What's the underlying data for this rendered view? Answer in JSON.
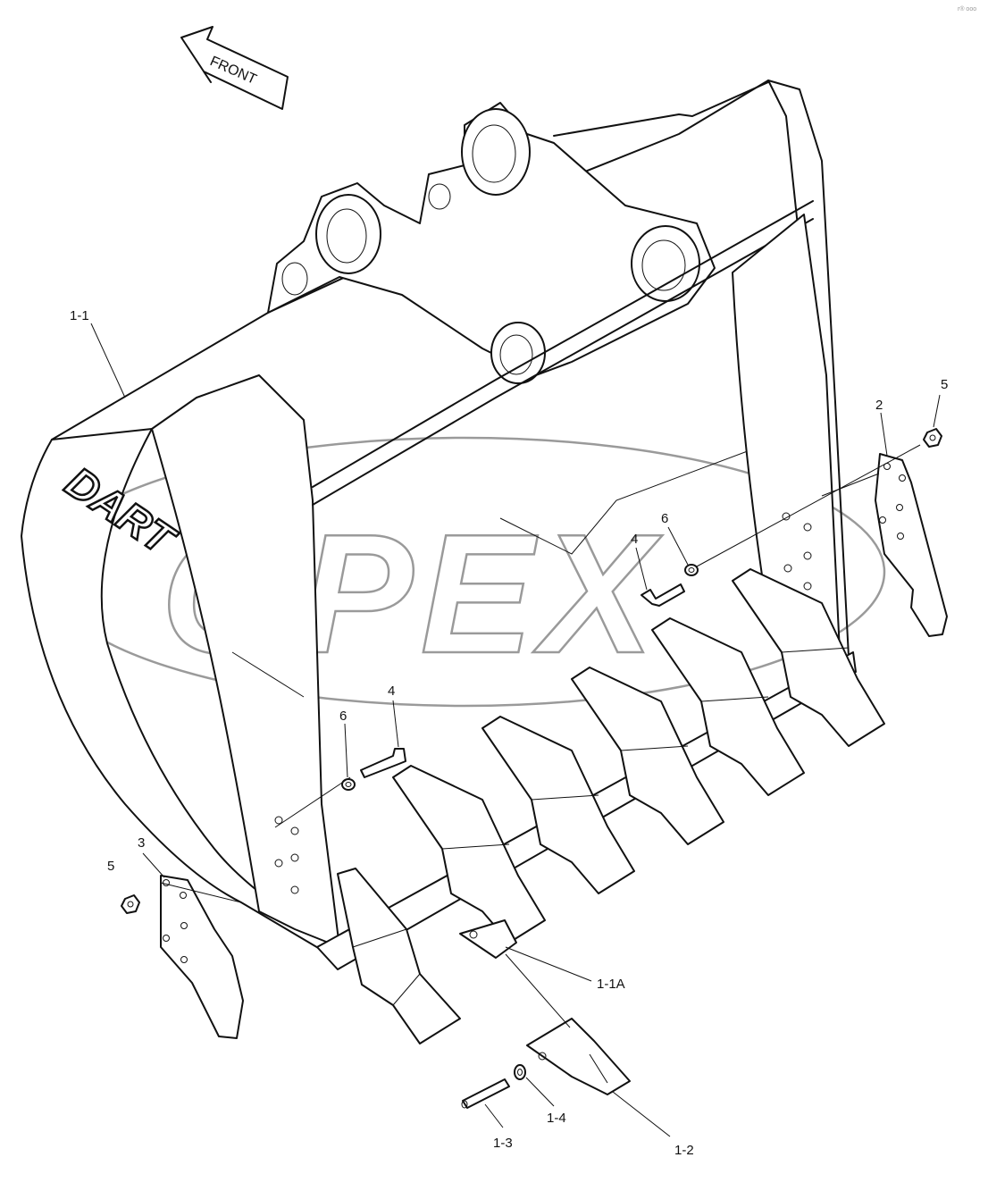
{
  "diagram": {
    "front_arrow_label": "FRONT",
    "bucket_logo": "DART",
    "watermark": "OPEX",
    "corner_mark": "r® ooo",
    "colors": {
      "line": "#111111",
      "watermark": "#9a9a9a",
      "background": "#ffffff"
    },
    "labels": {
      "l_1_1": "1-1",
      "l_1_1a": "1-1A",
      "l_1_2": "1-2",
      "l_1_3": "1-3",
      "l_1_4": "1-4",
      "l_2": "2",
      "l_3": "3",
      "l_4_right": "4",
      "l_4_left": "4",
      "l_5_right": "5",
      "l_5_left": "5",
      "l_6_right": "6",
      "l_6_left": "6"
    }
  }
}
